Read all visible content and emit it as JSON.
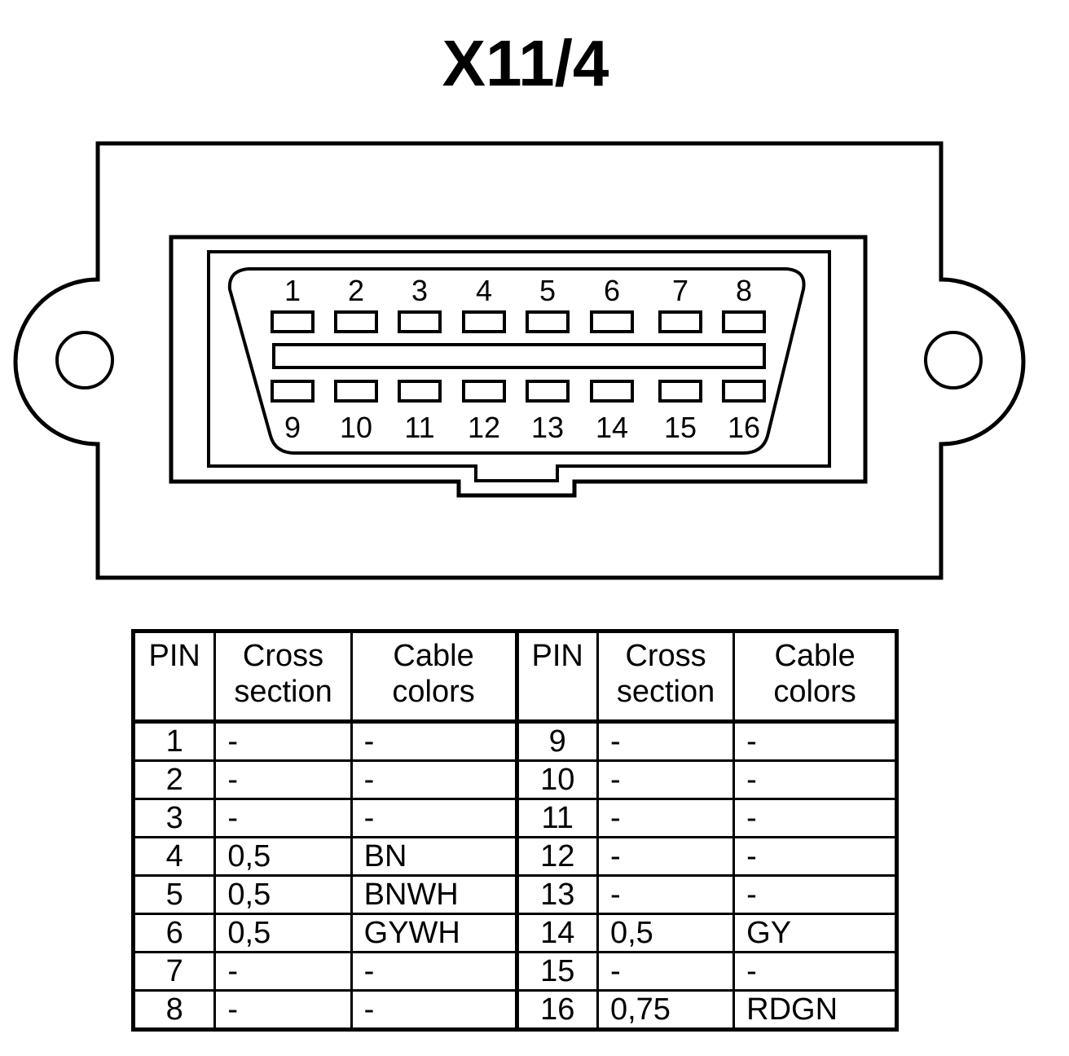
{
  "title": "X11/4",
  "connector": {
    "top_pins": [
      "1",
      "2",
      "3",
      "4",
      "5",
      "6",
      "7",
      "8"
    ],
    "bottom_pins": [
      "9",
      "10",
      "11",
      "12",
      "13",
      "14",
      "15",
      "16"
    ]
  },
  "table": {
    "headers": [
      {
        "line1": "PIN",
        "line2": ""
      },
      {
        "line1": "Cross",
        "line2": "section"
      },
      {
        "line1": "Cable",
        "line2": "colors"
      },
      {
        "line1": "PIN",
        "line2": ""
      },
      {
        "line1": "Cross",
        "line2": "section"
      },
      {
        "line1": "Cable",
        "line2": "colors"
      }
    ],
    "rows": [
      [
        "1",
        "-",
        "-",
        "9",
        "-",
        "-"
      ],
      [
        "2",
        "-",
        "-",
        "10",
        "-",
        "-"
      ],
      [
        "3",
        "-",
        "-",
        "11",
        "-",
        "-"
      ],
      [
        "4",
        "0,5",
        "BN",
        "12",
        "-",
        "-"
      ],
      [
        "5",
        "0,5",
        "BNWH",
        "13",
        "-",
        "-"
      ],
      [
        "6",
        "0,5",
        "GYWH",
        "14",
        "0,5",
        "GY"
      ],
      [
        "7",
        "-",
        "-",
        "15",
        "-",
        "-"
      ],
      [
        "8",
        "-",
        "-",
        "16",
        "0,75",
        "RDGN"
      ]
    ]
  }
}
